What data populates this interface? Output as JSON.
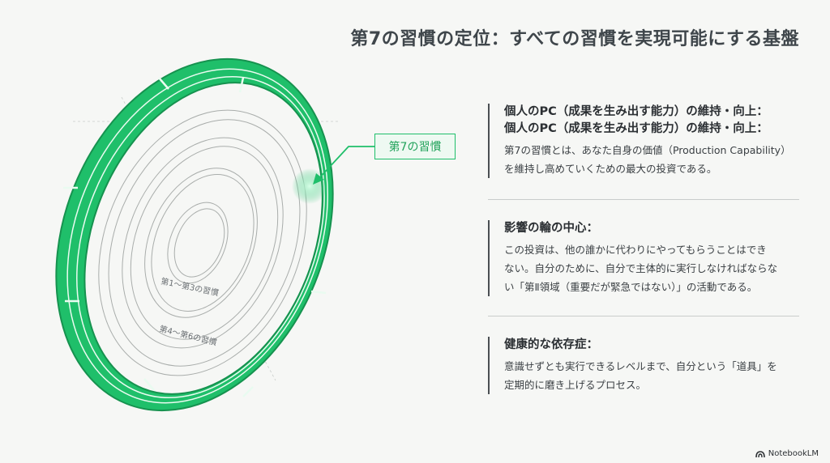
{
  "title": "第7の習慣の定位：すべての習慣を実現可能にする基盤",
  "diagram": {
    "callout_label": "第7の習慣",
    "inner_label_1": "第1〜第3の習慣",
    "inner_label_2": "第4〜第6の習慣",
    "accent_color": "#1fbf6a"
  },
  "sections": [
    {
      "heading_1": "個人のPC（成果を生み出す能力）の維持・向上：",
      "heading_2": "個人のPC（成果を生み出す能力）の維持・向上：",
      "body_1": "第7の習慣とは、あなた自身の価値（Production Capability）",
      "body_2": "を維持し高めていくための最大の投資である。"
    },
    {
      "heading_1": "影響の輪の中心：",
      "body_1": "この投資は、他の誰かに代わりにやってもらうことはでき",
      "body_2": "ない。自分のために、自分で主体的に実行しなければならな",
      "body_3": "い「第Ⅱ領域（重要だが緊急ではない）」の活動である。"
    },
    {
      "heading_1": "健康的な依存症：",
      "body_1": "意識せずとも実行できるレベルまで、自分という「道具」を",
      "body_2": "定期的に磨き上げるプロセス。"
    }
  ],
  "brand": "NotebookLM"
}
